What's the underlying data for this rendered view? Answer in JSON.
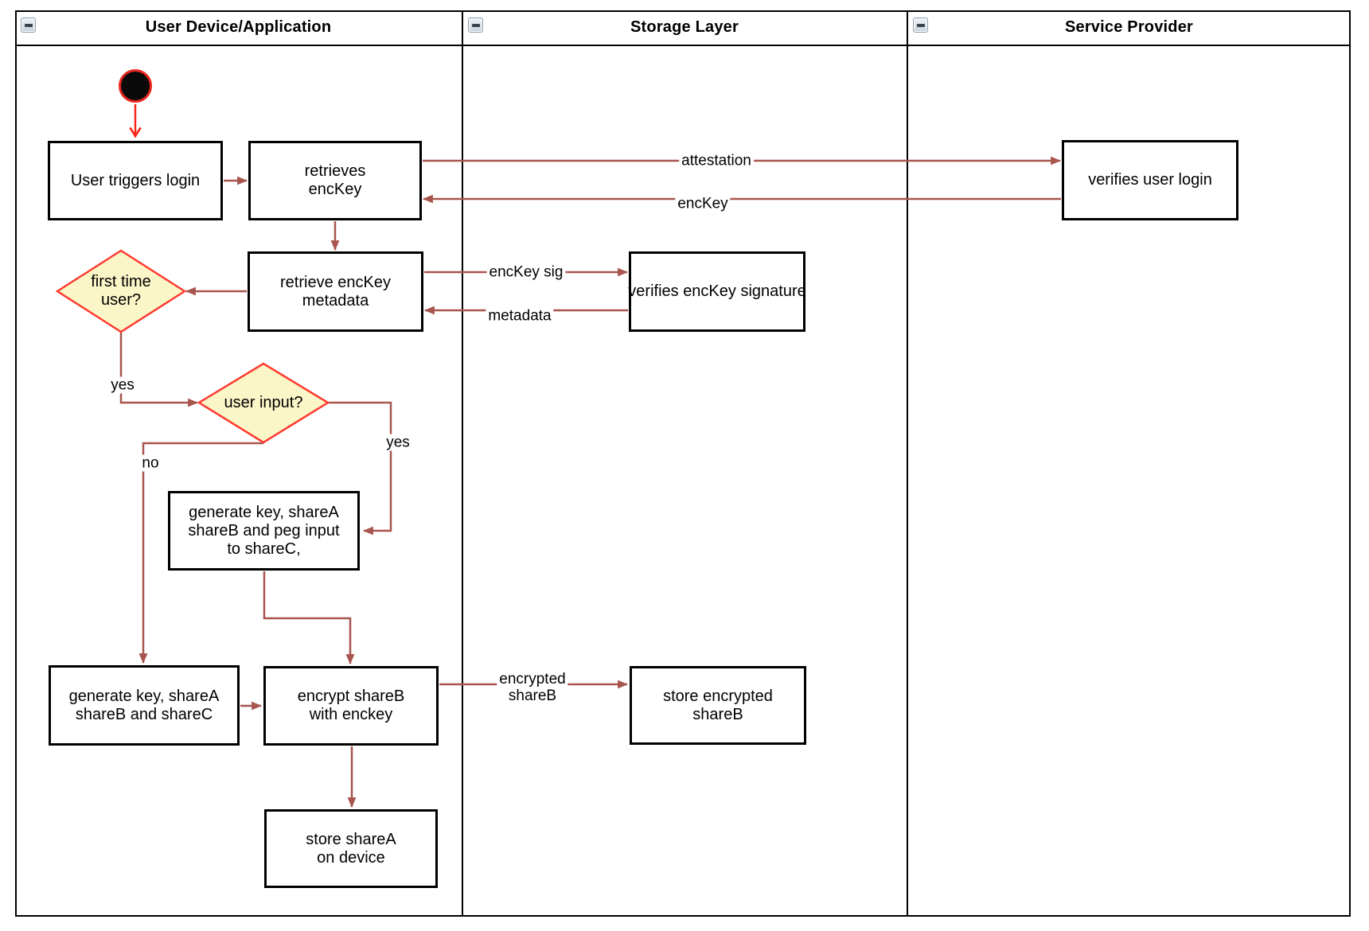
{
  "lanes": [
    {
      "title": "User Device/Application"
    },
    {
      "title": "Storage Layer"
    },
    {
      "title": "Service Provider"
    }
  ],
  "nodes": {
    "user_triggers_login": "User triggers login",
    "retrieves_enckey": "retrieves\nencKey",
    "verifies_user_login": "verifies user login",
    "retrieve_enckey_metadata": "retrieve encKey\nmetadata",
    "verifies_enckey_signature": "verifies encKey signature",
    "first_time_user": "first time\nuser?",
    "user_input": "user input?",
    "generate_key_peg": "generate key, shareA\nshareB and peg input\nto shareC,",
    "generate_key_sharec": "generate key, shareA\nshareB and shareC",
    "encrypt_shareb": "encrypt shareB\nwith enckey",
    "store_encrypted_shareb": "store encrypted\nshareB",
    "store_sharea": "store shareA\non device"
  },
  "edge_labels": {
    "attestation": "attestation",
    "enckey": "encKey",
    "enckey_sig": "encKey sig",
    "metadata": "metadata",
    "yes_first_time": "yes",
    "yes_user_input": "yes",
    "no_user_input": "no",
    "encrypted_shareb": "encrypted\nshareB"
  },
  "colors": {
    "connector": "#A8554E",
    "start_connector": "#F8271B",
    "diamond_fill": "#FBF6C8",
    "diamond_border": "#FF3B30",
    "node_border": "#000000",
    "lane_border": "#000000"
  }
}
